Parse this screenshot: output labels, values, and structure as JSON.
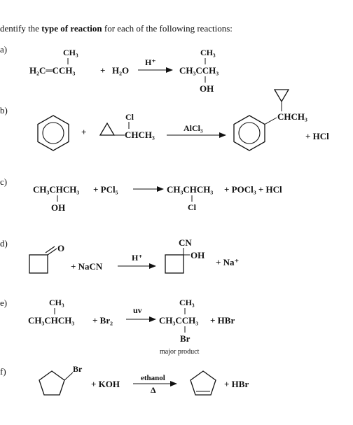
{
  "header": {
    "pre": "dentify the ",
    "bold": "type of reaction",
    "post": " for each of the following reactions:"
  },
  "labels": [
    "a)",
    "b)",
    "c)",
    "d)",
    "e)",
    "f)"
  ],
  "a": {
    "r_top": "CH₃",
    "r_main": "H₂C═CCH₃",
    "plus": "+",
    "water": "H₂O",
    "cond": "H⁺",
    "p_top": "CH₃",
    "p_main": "CH₃CCH₃",
    "p_bot": "OH"
  },
  "b": {
    "plus1": "+",
    "cl": "Cl",
    "chch3": "CHCH₃",
    "cond": "AlCl₃",
    "p_chch3": "CHCH₃",
    "hcl": "+ HCl"
  },
  "c": {
    "r_main": "CH₃CHCH₃",
    "r_sub": "OH",
    "pcl5": "+ PCl₅",
    "p_main": "CH₃CHCH₃",
    "p_sub": "Cl",
    "rest": "+ POCl₃ + HCl"
  },
  "d": {
    "o": "O",
    "nacn": "+ NaCN",
    "cond": "H⁺",
    "cn": "CN",
    "oh": "OH",
    "na": "+ Na⁺"
  },
  "e": {
    "r_top": "CH₃",
    "r_main": "CH₃CHCH₃",
    "br2": "+ Br₂",
    "cond": "uv",
    "p_top": "CH₃",
    "p_main": "CH₃CCH₃",
    "hbr": "+ HBr",
    "p_bot": "Br",
    "note": "major product"
  },
  "f": {
    "br": "Br",
    "koh": "+ KOH",
    "cond_top": "ethanol",
    "cond_bot": "Δ",
    "hbr": "+ HBr"
  }
}
